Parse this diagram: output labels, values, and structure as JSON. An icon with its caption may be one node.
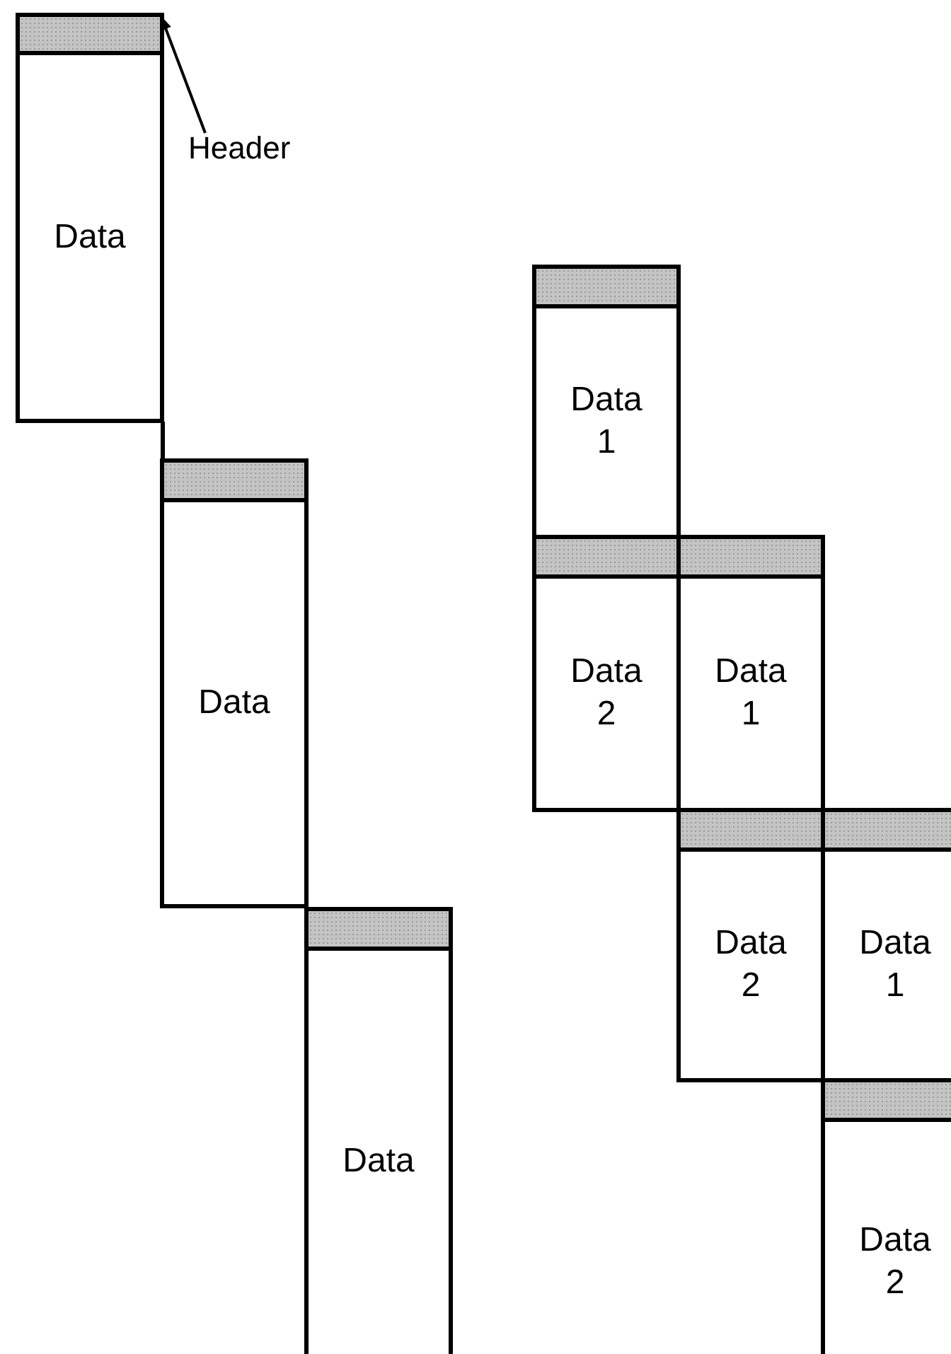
{
  "diagram": {
    "nodes": [
      {
        "text": [],
        "shape": "bar"
      },
      {
        "text": [
          "Header"
        ]
      },
      {
        "text": [
          "Data"
        ]
      },
      {
        "text": [],
        "shape": "bar"
      },
      {
        "text": [
          "Data"
        ]
      },
      {
        "text": [],
        "shape": "bar"
      },
      {
        "text": [
          "Data"
        ]
      },
      {
        "text": [],
        "shape": "bar"
      },
      {
        "text": [
          "Data 1"
        ]
      },
      {
        "text": [],
        "shape": "bar"
      },
      {
        "text": [],
        "shape": "bar"
      },
      {
        "text": [
          "Data 2"
        ]
      },
      {
        "text": [
          "Data 1"
        ]
      },
      {
        "text": [],
        "shape": "bar"
      },
      {
        "text": [],
        "shape": "bar"
      },
      {
        "text": [
          "Data 2"
        ]
      },
      {
        "text": [
          "Data 1"
        ]
      },
      {
        "text": [],
        "shape": "bar"
      },
      {
        "text": [
          "Data 2"
        ]
      }
    ],
    "edges": [
      {
        "from": 1,
        "to": 0,
        "arrow": "to"
      }
    ]
  }
}
